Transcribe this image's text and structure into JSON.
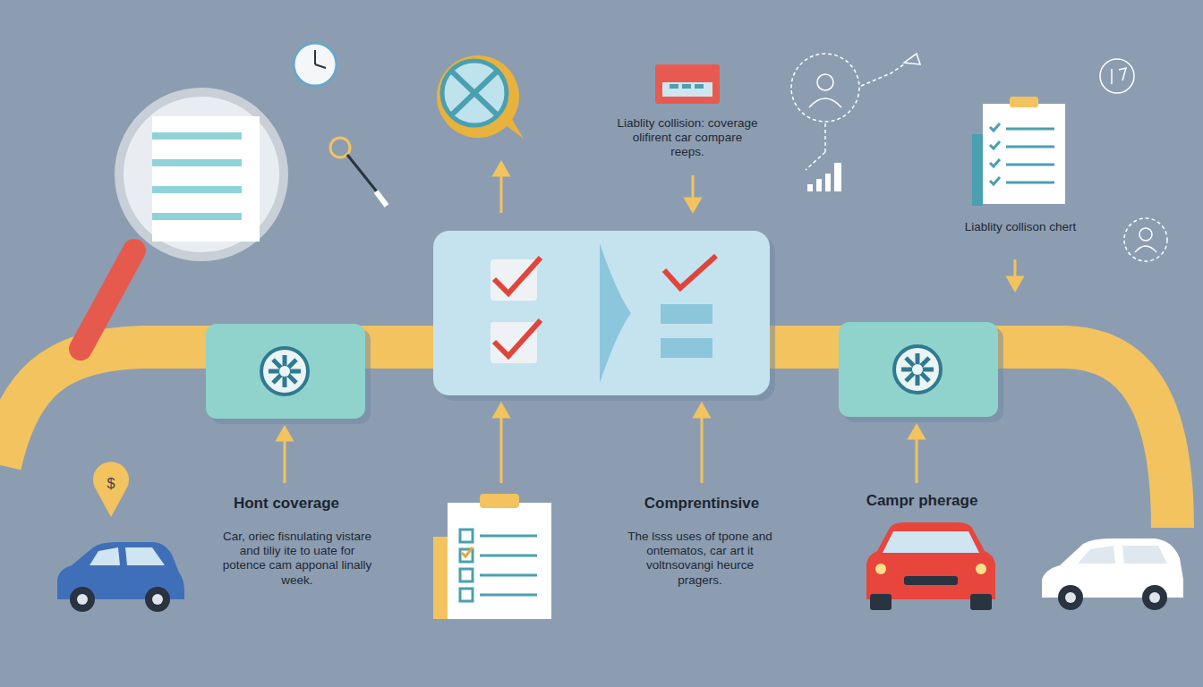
{
  "diagram": {
    "labels": [
      "Liablity collision: coverage olifirent car compare reeps.",
      "Liablity collison chert",
      "Hont coverage",
      "Car, oriec fisnulating vistare and tiliy ite to uate for potence cam apponal linally week.",
      "Comprentinsive",
      "The lsss uses of tpone and ontematos, car art it voltnsovangi heurce pragers.",
      "Campr pherage",
      "$"
    ]
  }
}
